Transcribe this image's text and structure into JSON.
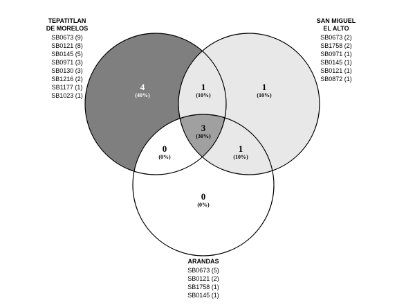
{
  "colors": {
    "set_a_only": "#7f7f7f",
    "set_b_only": "#e8e8e8",
    "overlap_ab": "#e8e8e8",
    "overlap_abc": "#a0a0a0",
    "overlap_bc": "#e8e8e8",
    "set_c_only": "#ffffff",
    "outline": "#000000",
    "text_light": "#ffffff",
    "text_dark": "#000000"
  },
  "sets": {
    "tepatitlan": {
      "title_lines": [
        "TEPATITLAN",
        "DE MORELOS"
      ],
      "items": [
        "SB0673 (9)",
        "SB0121 (8)",
        "SB0145 (5)",
        "SB0971 (3)",
        "SB0130 (3)",
        "SB1216 (2)",
        "SB1177 (1)",
        "SB1023 (1)"
      ]
    },
    "san_miguel": {
      "title_lines": [
        "SAN MIGUEL",
        "EL ALTO"
      ],
      "items": [
        "SB0673 (2)",
        "SB1758 (2)",
        "SB0971 (1)",
        "SB0145 (1)",
        "SB0121 (1)",
        "SB0872 (1)"
      ]
    },
    "arandas": {
      "title_lines": [
        "ARANDAS"
      ],
      "items": [
        "SB0673 (5)",
        "SB0121 (2)",
        "SB1758 (1)",
        "SB0145 (1)"
      ]
    }
  },
  "regions": {
    "tepatitlan_only": {
      "count": "4",
      "percent": "(40%)"
    },
    "san_miguel_only": {
      "count": "1",
      "percent": "(10%)"
    },
    "tepatitlan_san_miguel": {
      "count": "1",
      "percent": "(10%)"
    },
    "all_three": {
      "count": "3",
      "percent": "(30%)"
    },
    "tepatitlan_arandas": {
      "count": "0",
      "percent": "(0%)"
    },
    "san_miguel_arandas": {
      "count": "1",
      "percent": "(10%)"
    },
    "arandas_only": {
      "count": "0",
      "percent": "(0%)"
    }
  }
}
